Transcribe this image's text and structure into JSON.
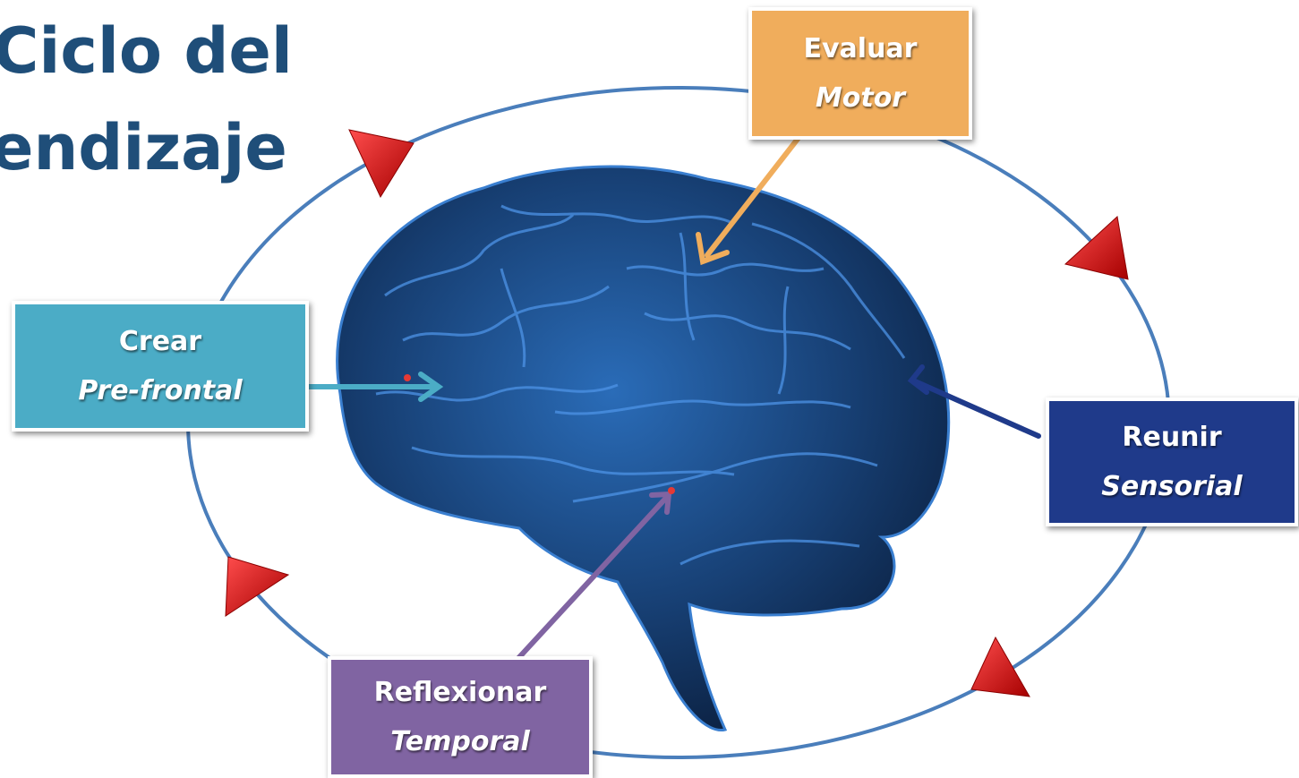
{
  "title": {
    "line1": "Ciclo del",
    "line2": "endizaje"
  },
  "stages": {
    "evaluar": {
      "label": "Evaluar",
      "region": "Motor",
      "color": "#f0ad5c"
    },
    "crear": {
      "label": "Crear",
      "region": "Pre-frontal",
      "color": "#4bacc6"
    },
    "reunir": {
      "label": "Reunir",
      "region": "Sensorial",
      "color": "#1f3a8a"
    },
    "reflexionar": {
      "label": "Reflexionar",
      "region": "Temporal",
      "color": "#8064a2"
    }
  },
  "colors": {
    "title": "#1f4e79",
    "cycle_line": "#4a7ebb",
    "cycle_arrow": "#d7191c",
    "brain": "#1a4f8a"
  },
  "icons": {
    "brain": "brain-illustration",
    "cycle_marker": "red-triangle-arrow"
  }
}
